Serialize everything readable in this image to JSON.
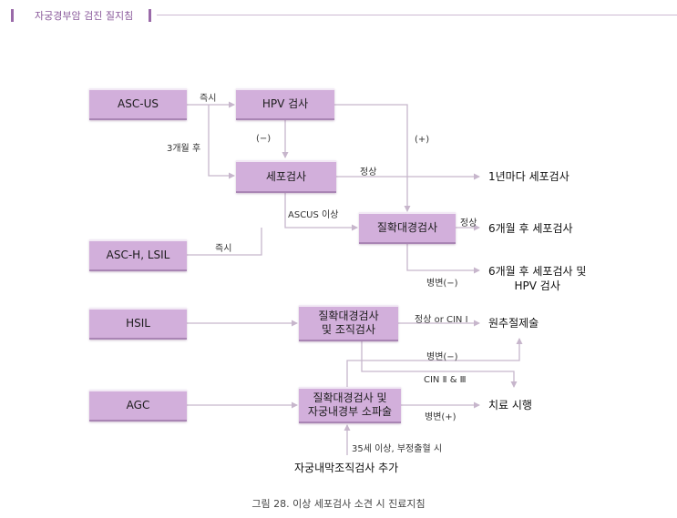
{
  "header": {
    "title": "자궁경부암 검진 질지침"
  },
  "boxes": {
    "ascus": "ASC-US",
    "hpv": "HPV 검사",
    "cytology": "세포검사",
    "colposcopy": "질확대경검사",
    "asch": "ASC-H, LSIL",
    "hsil": "HSIL",
    "colpo_biopsy": "질확대경검사\n및 조직검사",
    "agc": "AGC",
    "colpo_curettage": "질확대경검사 및\n자궁내경부 소파술"
  },
  "labels": {
    "immediate1": "즉시",
    "three_months": "3개월 후",
    "minus": "(−)",
    "plus": "(+)",
    "normal1": "정상",
    "ascus_above": "ASCUS 이상",
    "immediate2": "즉시",
    "normal2": "정상",
    "lesion_minus1": "병변(−)",
    "normal_cin1": "정상 or CIN Ⅰ",
    "lesion_minus2": "병변(−)",
    "cin23": "CIN Ⅱ & Ⅲ",
    "lesion_plus": "병변(+)",
    "age35": "35세 이상, 부정출혈 시"
  },
  "outcomes": {
    "yearly": "1년마다 세포검사",
    "six_month": "6개월 후 세포검사",
    "six_month_hpv": "6개월 후 세포검사 및\nHPV 검사",
    "cone": "원추절제술",
    "treatment": "치료 시행",
    "endometrial": "자궁내막조직검사 추가"
  },
  "caption": "그림 28. 이상 세포검사 소견 시 진료지침",
  "colors": {
    "box": "#d2afdb",
    "arrow": "#c7b6cc",
    "accent": "#9a6aa9"
  }
}
